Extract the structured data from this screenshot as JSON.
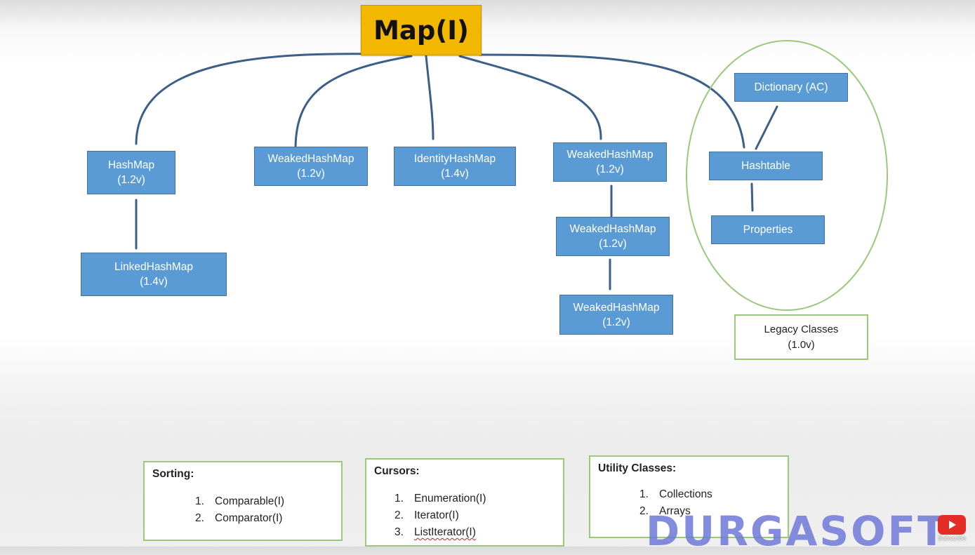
{
  "root": {
    "label": "Map(I)"
  },
  "nodes": {
    "hashmap": {
      "name": "HashMap",
      "version": "(1.2v)"
    },
    "linkedhashmap": {
      "name": "LinkedHashMap",
      "version": "(1.4v)"
    },
    "weakedhashmap_1": {
      "name": "WeakedHashMap",
      "version": "(1.2v)"
    },
    "identityhashmap": {
      "name": "IdentityHashMap",
      "version": "(1.4v)"
    },
    "weakedhashmap_2": {
      "name": "WeakedHashMap",
      "version": "(1.2v)"
    },
    "weakedhashmap_3": {
      "name": "WeakedHashMap",
      "version": "(1.2v)"
    },
    "weakedhashmap_4": {
      "name": "WeakedHashMap",
      "version": "(1.2v)"
    },
    "dictionary": {
      "name": "Dictionary (AC)"
    },
    "hashtable": {
      "name": "Hashtable"
    },
    "properties": {
      "name": "Properties"
    }
  },
  "legacy": {
    "line1": "Legacy Classes",
    "line2": "(1.0v)"
  },
  "sorting": {
    "title": "Sorting:",
    "items": [
      {
        "num": "1.",
        "text": "Comparable(I)"
      },
      {
        "num": "2.",
        "text": "Comparator(I)"
      }
    ]
  },
  "cursors": {
    "title": "Cursors:",
    "items": [
      {
        "num": "1.",
        "text": "Enumeration(I)"
      },
      {
        "num": "2.",
        "text": "Iterator(I)"
      },
      {
        "num": "3.",
        "text": "ListIterator(I)"
      }
    ]
  },
  "utility": {
    "title": "Utility Classes:",
    "items": [
      {
        "num": "1.",
        "text": "Collections"
      },
      {
        "num": "2.",
        "text": "Arrays"
      }
    ]
  },
  "watermark": {
    "text": "DURGASOFT"
  },
  "youtube": {
    "label": "Subscribe",
    "icon": "play-icon"
  },
  "colors": {
    "root_fill": "#f2b800",
    "node_fill": "#5b9bd5",
    "node_border": "#41719c",
    "connector": "#3c5f8a",
    "legacy_outline": "#9bc97a",
    "watermark": "#6e78d7",
    "youtube_red": "#e52d27"
  }
}
